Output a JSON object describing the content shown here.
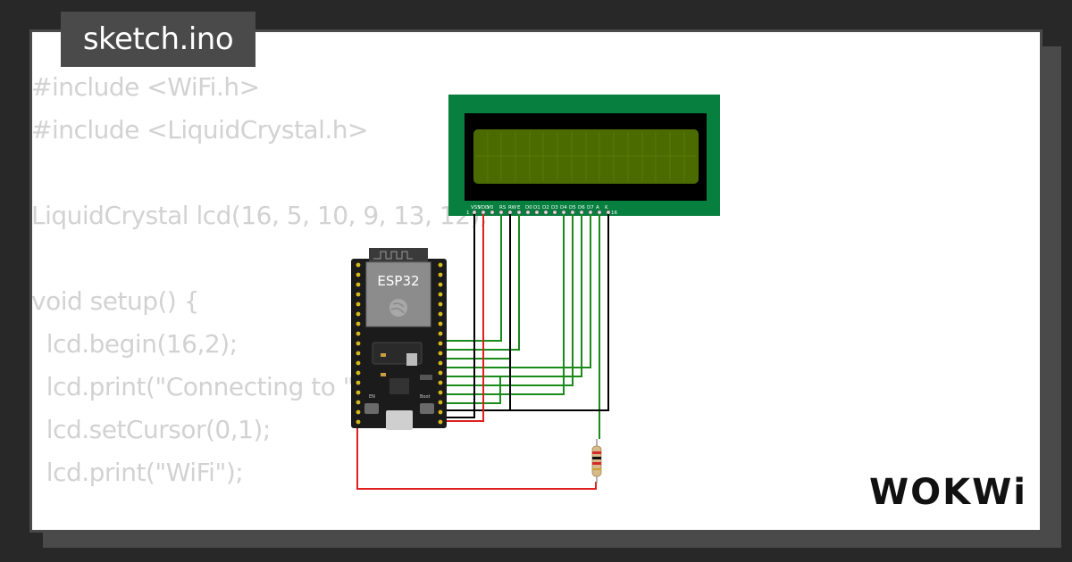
{
  "title": "sketch.ino",
  "code_lines": [
    "#include <WiFi.h>",
    "#include <LiquidCrystal.h>",
    "",
    "LiquidCrystal lcd(16, 5, 10, 9, 13, 12);",
    "",
    "void setup() {",
    "  lcd.begin(16,2);",
    "  lcd.print(\"Connecting to \");",
    "  lcd.setCursor(0,1);",
    "  lcd.print(\"WiFi\");"
  ],
  "esp32_label": "ESP32",
  "lcd_pin_labels": [
    "VSS",
    "VDD",
    "V0",
    "RS",
    "RW",
    "E",
    "D0",
    "D1",
    "D2",
    "D3",
    "D4",
    "D5",
    "D6",
    "D7",
    "A",
    "K"
  ],
  "lcd_pin_first": "1",
  "lcd_pin_last": "16",
  "board_small_labels": {
    "en": "EN",
    "boot": "Boot"
  },
  "brand": "WOKWi",
  "colors": {
    "background": "#282828",
    "card": "#ffffff",
    "frame": "#4a4a4a",
    "code_text": "#d2d2d2",
    "lcd_board": "#067f3f",
    "lcd_screen": "#4b6a00",
    "wire_green": "#1a8a1a",
    "wire_red": "#e02020",
    "wire_black": "#000000"
  }
}
